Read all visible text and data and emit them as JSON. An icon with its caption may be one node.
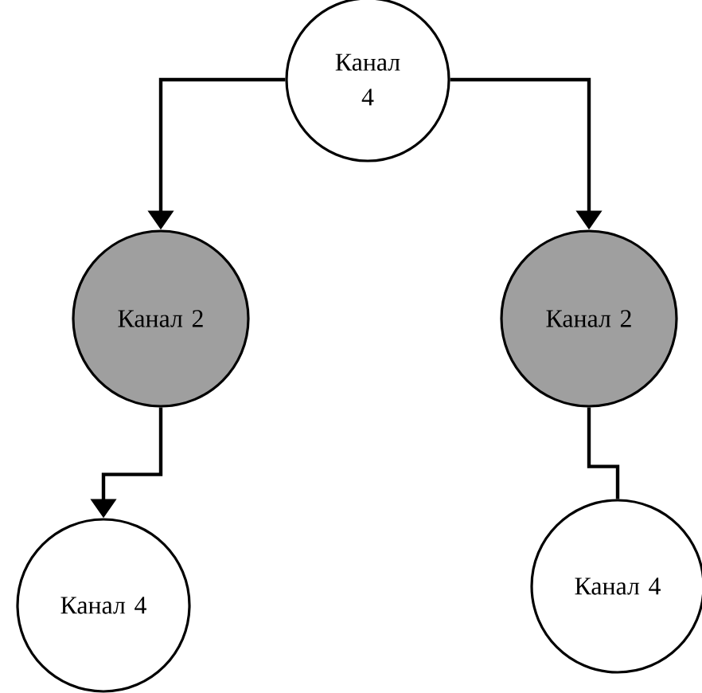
{
  "diagram": {
    "nodes": [
      {
        "text": [
          "Канал 4"
        ]
      },
      {
        "text": [
          "Канал 2"
        ]
      },
      {
        "text": [
          "Канал 2"
        ]
      },
      {
        "text": [
          "Канал 4"
        ]
      },
      {
        "text": [
          "Канал 4"
        ]
      }
    ],
    "edges": [
      {
        "from": 0,
        "to": 1,
        "arrow": "to"
      },
      {
        "from": 0,
        "to": 2,
        "arrow": "to"
      },
      {
        "from": 1,
        "to": 3,
        "arrow": "to"
      },
      {
        "from": 2,
        "to": 4,
        "arrow": "none"
      }
    ]
  }
}
